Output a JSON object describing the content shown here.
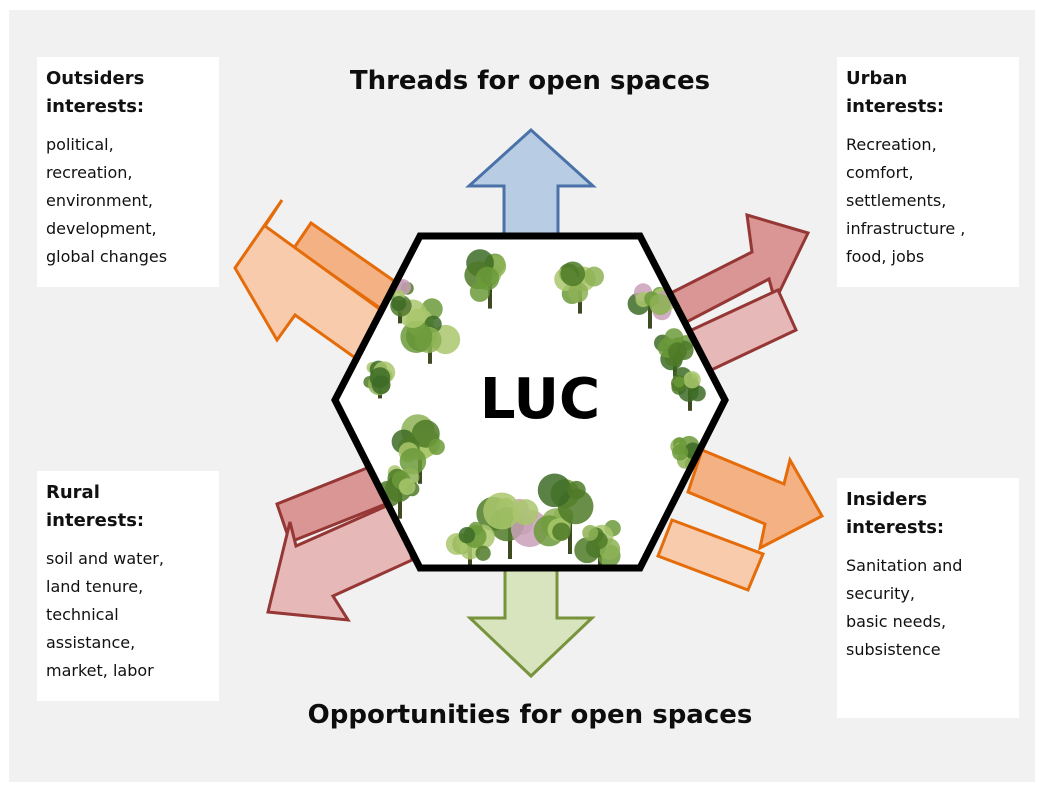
{
  "top_heading": "Threads for open spaces",
  "bottom_heading": "Opportunities for open spaces",
  "center_label": "LUC",
  "boxes": {
    "outsiders": {
      "title": "Outsiders\ninterests:",
      "items": "political,\nrecreation,\nenvironment,\ndevelopment,\nglobal changes"
    },
    "urban": {
      "title": "Urban\ninterests:",
      "items": "Recreation,\ncomfort,\nsettlements,\ninfrastructure ,\nfood, jobs"
    },
    "rural": {
      "title": "Rural\ninterests:",
      "items": " soil and water,\nland tenure,\ntechnical\nassistance,\nmarket, labor"
    },
    "insiders": {
      "title": "Insiders\ninterests:",
      "items": "Sanitation and\nsecurity,\nbasic needs,\nsubsistence"
    }
  },
  "colors": {
    "background": "#f1f1f1",
    "arrow_up_fill": "#b8cce4",
    "arrow_up_stroke": "#4a72a8",
    "arrow_down_fill": "#d7e4bd",
    "arrow_down_stroke": "#77933c",
    "arrow_orange_fill": "#f8cbad",
    "arrow_orange_dark_fill": "#f4b183",
    "arrow_orange_stroke": "#e46c0a",
    "arrow_red_fill": "#e6b9b8",
    "arrow_red_dark_fill": "#d99694",
    "arrow_red_stroke": "#953735",
    "tree_greens": [
      "#4f7a28",
      "#6b9a3a",
      "#8db255",
      "#a9c76c",
      "#3d6b26"
    ],
    "blossom": "#c9a0b8"
  }
}
